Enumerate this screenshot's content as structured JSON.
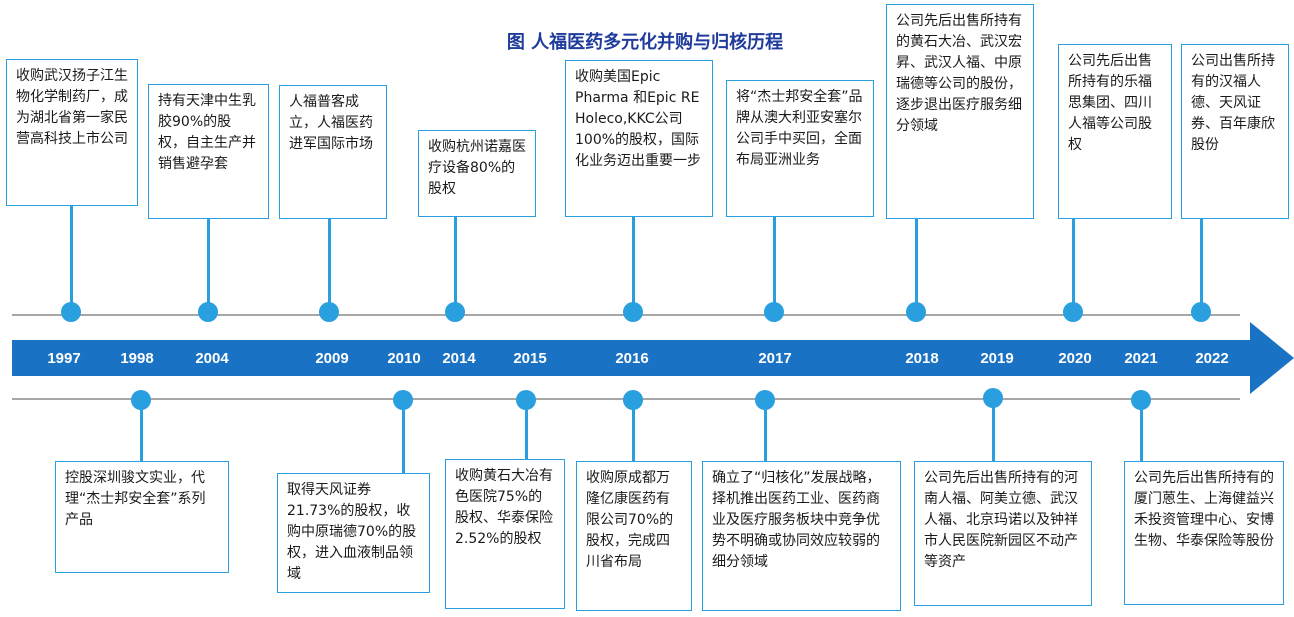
{
  "title": "图 人福医药多元化并购与归核历程",
  "colors": {
    "accent": "#2a9fe0",
    "arrow": "#1a72c4",
    "title": "#1f3b9c",
    "rail": "#a7a7a7"
  },
  "timeline": [
    {
      "year": "1997",
      "text": "收购武汉扬子江生物化学制药厂，成为湖北省第一家民营高科技上市公司"
    },
    {
      "year": "1998",
      "text": "控股深圳骏文实业，代理“杰士邦安全套”系列产品"
    },
    {
      "year": "2004",
      "text": "持有天津中生乳胶90%的股权，自主生产并销售避孕套"
    },
    {
      "year": "2009",
      "text": "人福普客成立，人福医药进军国际市场"
    },
    {
      "year": "2010",
      "text": "取得天风证券21.73%的股权，收购中原瑞德70%的股权，进入血液制品领域"
    },
    {
      "year": "2014",
      "text": "收购杭州诺嘉医疗设备80%的股权"
    },
    {
      "year": "2015",
      "text": "收购黄石大冶有色医院75%的股权、华泰保险2.52%的股权"
    },
    {
      "year": "2016",
      "text_top": "收购美国Epic Pharma 和Epic RE Holeco,KKC公司100%的股权，国际化业务迈出重要一步",
      "text_bottom": "收购原成都万隆亿康医药有限公司70%的股权，完成四川省布局"
    },
    {
      "year": "2017",
      "text_top": "将“杰士邦安全套”品牌从澳大利亚安塞尔公司手中买回，全面布局亚洲业务",
      "text_bottom": "确立了“归核化”发展战略，择机推出医药工业、医药商业及医疗服务板块中竞争优势不明确或协同效应较弱的细分领域"
    },
    {
      "year": "2018",
      "text": "公司先后出售所持有的黄石大冶、武汉宏昇、武汉人福、中原瑞德等公司的股份，逐步退出医疗服务细分领域"
    },
    {
      "year": "2019",
      "text": "公司先后出售所持有的河南人福、阿美立德、武汉人福、北京玛诺以及钟祥市人民医院新园区不动产等资产"
    },
    {
      "year": "2020",
      "text": "公司先后出售所持有的乐福思集团、四川人福等公司股权"
    },
    {
      "year": "2021",
      "text": "公司先后出售所持有的厦门蒽生、上海健益兴禾投资管理中心、安博生物、华泰保险等股份"
    },
    {
      "year": "2022",
      "text": "公司出售所持有的汉福人德、天风证券、百年康欣股份"
    }
  ]
}
